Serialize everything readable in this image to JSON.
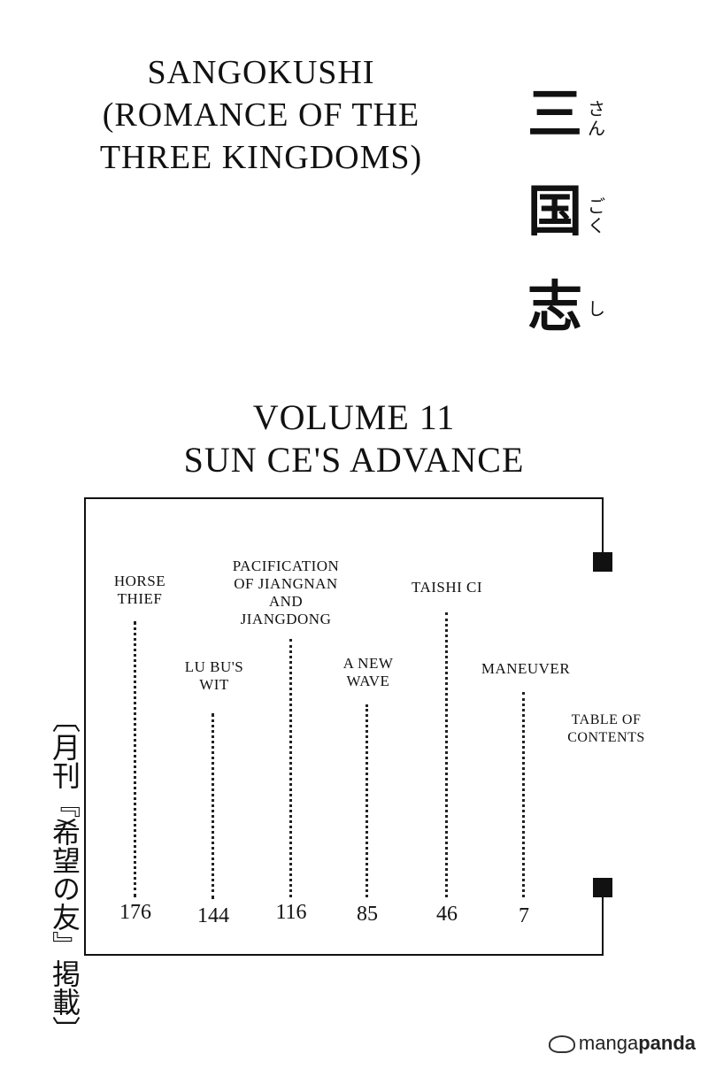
{
  "title_en": [
    "SANGOKUSHI",
    "(ROMANCE OF THE",
    "THREE KINGDOMS)"
  ],
  "title_jp": {
    "kanji": [
      "三",
      "国",
      "志"
    ],
    "furigana": [
      "さん",
      "ごく",
      "し"
    ]
  },
  "volume": {
    "line1": "VOLUME 11",
    "line2": "SUN CE'S ADVANCE"
  },
  "toc": {
    "chapters": [
      {
        "title": [
          "HORSE",
          "THIEF"
        ],
        "page": "176"
      },
      {
        "title": [
          "LU BU'S",
          "WIT"
        ],
        "page": "144"
      },
      {
        "title": [
          "PACIFICATION",
          "OF JIANGNAN",
          "AND",
          "JIANGDONG"
        ],
        "page": "116"
      },
      {
        "title": [
          "A NEW",
          "WAVE"
        ],
        "page": "85"
      },
      {
        "title": [
          "TAISHI CI"
        ],
        "page": "46"
      },
      {
        "title": [
          "MANEUVER"
        ],
        "page": "7"
      }
    ],
    "label": [
      "TABLE OF",
      "CONTENTS"
    ]
  },
  "publication_note": "〔月刊『希望の友』掲載〕",
  "watermark": {
    "part1": "manga",
    "part2": "panda"
  }
}
